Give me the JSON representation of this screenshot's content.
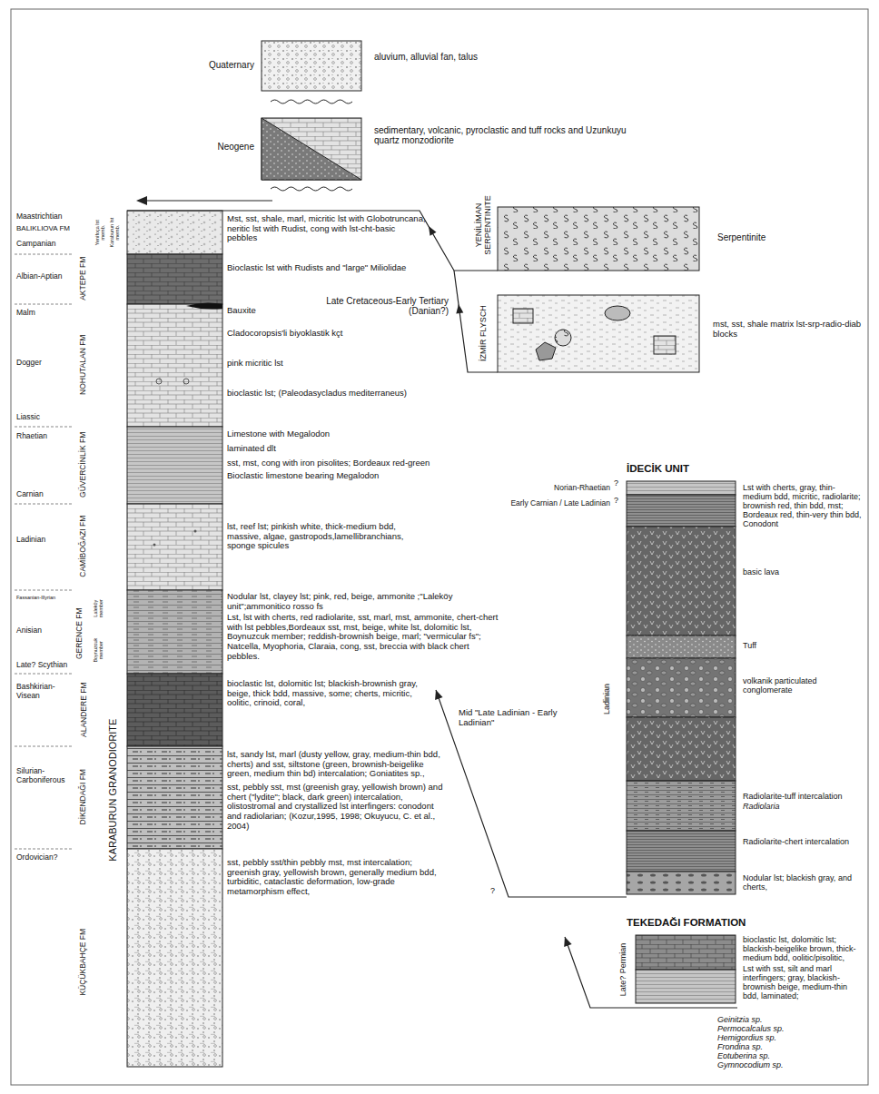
{
  "diagram": {
    "nodes": [
      {
        "text": [
          "Quaternary",
          "aluvium, alluvial fan, talus"
        ]
      },
      {
        "text": [
          "Neogene",
          "sedimentary, volcanic, pyroclastic and tuff rocks and Uzunkuyu quartz monzodiorite"
        ]
      },
      {
        "text": [
          "Maastrichtian",
          "BALIKLIOVA FM",
          "Campanian",
          "Yenifoça lst memb.",
          "Karaburun lst memb.",
          "Mst, sst, shale, marl, micritic lst with Globotruncana, neritic lst with Rudist, cong with lst-cht-basic pebbles"
        ]
      },
      {
        "text": [
          "Albian-Aptian",
          "AKTEPE FM",
          "Bioclastic lst with Rudists and \"large\" Miliolidae"
        ]
      },
      {
        "text": [
          "Malm",
          "Dogger",
          "Liassic",
          "NOHUTALAN FM",
          "Bauxite",
          "Cladocoropsis'li biyoklastik kçt",
          "pink micritic lst",
          "bioclastic lst; (Paleodasycladus mediterraneus)"
        ]
      },
      {
        "text": [
          "Rhaetian",
          "Carnian",
          "GÜVERCİNLİK FM",
          "Limestone with Megalodon",
          "laminated dlt",
          "sst, mst, cong with iron pisolites; Bordeaux red-green",
          "Bioclastic limestone bearing Megalodon"
        ]
      },
      {
        "text": [
          "Ladinian",
          "CAMİBOĞAZI FM",
          "lst, reef lst; pinkish white, thick-medium bdd, massive, algae, gastropods,lamellibranchians, sponge spicules"
        ]
      },
      {
        "text": [
          "Fassanian-Illyrian",
          "Anisian",
          "Late? Scythian",
          "GERENCE FM",
          "Laleköy member",
          "Boynuzcuk member",
          "Nodular lst, clayey lst; pink, red, beige, ammonite ;\"Laleköy unit\";ammonitico rosso fs",
          "Lst, lst with cherts, red radiolarite, sst, marl, mst, ammonite, chert-chert with lst pebbles,Bordeaux sst, mst, beige, white lst, dolomitic lst, Boynuzcuk member; reddish-brownish beige, marl; \"vermicular fs\"; Natcella, Myophoria, Claraia, cong, sst, breccia with black chert pebbles."
        ]
      },
      {
        "text": [
          "Bashkirian-Visean",
          "ALANDERE FM",
          "bioclastic lst, dolomitic lst; blackish-brownish gray, beige, thick bdd, massive, some; cherts, micritic, oolitic, crinoid, coral,"
        ]
      },
      {
        "text": [
          "Silurian-Carboniferous",
          "DİKENDAĞI FM",
          "lst, sandy lst, marl (dusty yellow, gray, medium-thin bdd, cherts) and sst, siltstone (green, brownish-beigelike green, medium thin bd) intercalation; Goniatites sp.,",
          "sst, pebbly sst, mst (greenish gray, yellowish brown) and chert (\"lydite\"; black, dark green) intercalation, olistostromal and crystallized lst interfingers: conodont and radiolarian; (Kozur,1995, 1998; Okuyucu, C. et al., 2004)"
        ]
      },
      {
        "text": [
          "Ordovician?",
          "KÜÇÜKBAHÇE FM",
          "sst, pebbly sst/thin pebbly mst, mst intercalation; greenish gray, yellowish brown, generally medium bdd, turbiditic, cataclastic deformation, low-grade metamorphism effect,"
        ]
      },
      {
        "text": [
          "YENİLİMAN SERPENTINITE",
          "Serpentinite"
        ]
      },
      {
        "text": [
          "İZMİR FLYSCH",
          "Late Cretaceous-Early Tertiary (Danian?)",
          "mst, sst, shale matrix lst-srp-radio-diab blocks"
        ]
      },
      {
        "text": [
          "İDECİK UNIT",
          "Norian-Rhaetian",
          "?",
          "Early Carnian / Late Ladinian",
          "?",
          "Ladinian",
          "Mid \"Late Ladinian - Early Ladinian\"",
          "Lst with cherts, gray, thin-medium bdd, micritic, radiolarite; brownish red, thin bdd, mst; Bordeaux red, thin-very thin bdd, Conodont",
          "basic lava",
          "Tuff",
          "volkanik particulated conglomerate",
          "Radiolarite-tuff intercalation",
          "Radiolaria",
          "Radiolarite-chert intercalation",
          "Nodular lst; blackish gray, and cherts,",
          "?"
        ]
      },
      {
        "text": [
          "TEKEDAĞI FORMATION",
          "Late? Permian",
          "bioclastic lst, dolomitic lst; blackish-beigelike brown, thick-medium bdd, oolitic/pisolitic,",
          "Lst with sst, silt and marl interfingers; gray, blackish-brownish beige, medium-thin bdd, laminated;",
          "Geinitzia sp.",
          "Permocalcalus sp.",
          "Hemigordius sp.",
          "Frondina sp.",
          "Eotuberina sp.",
          "Gymnocodium sp."
        ]
      }
    ],
    "labels": [
      "KARABURUN GRANODIORITE"
    ]
  }
}
